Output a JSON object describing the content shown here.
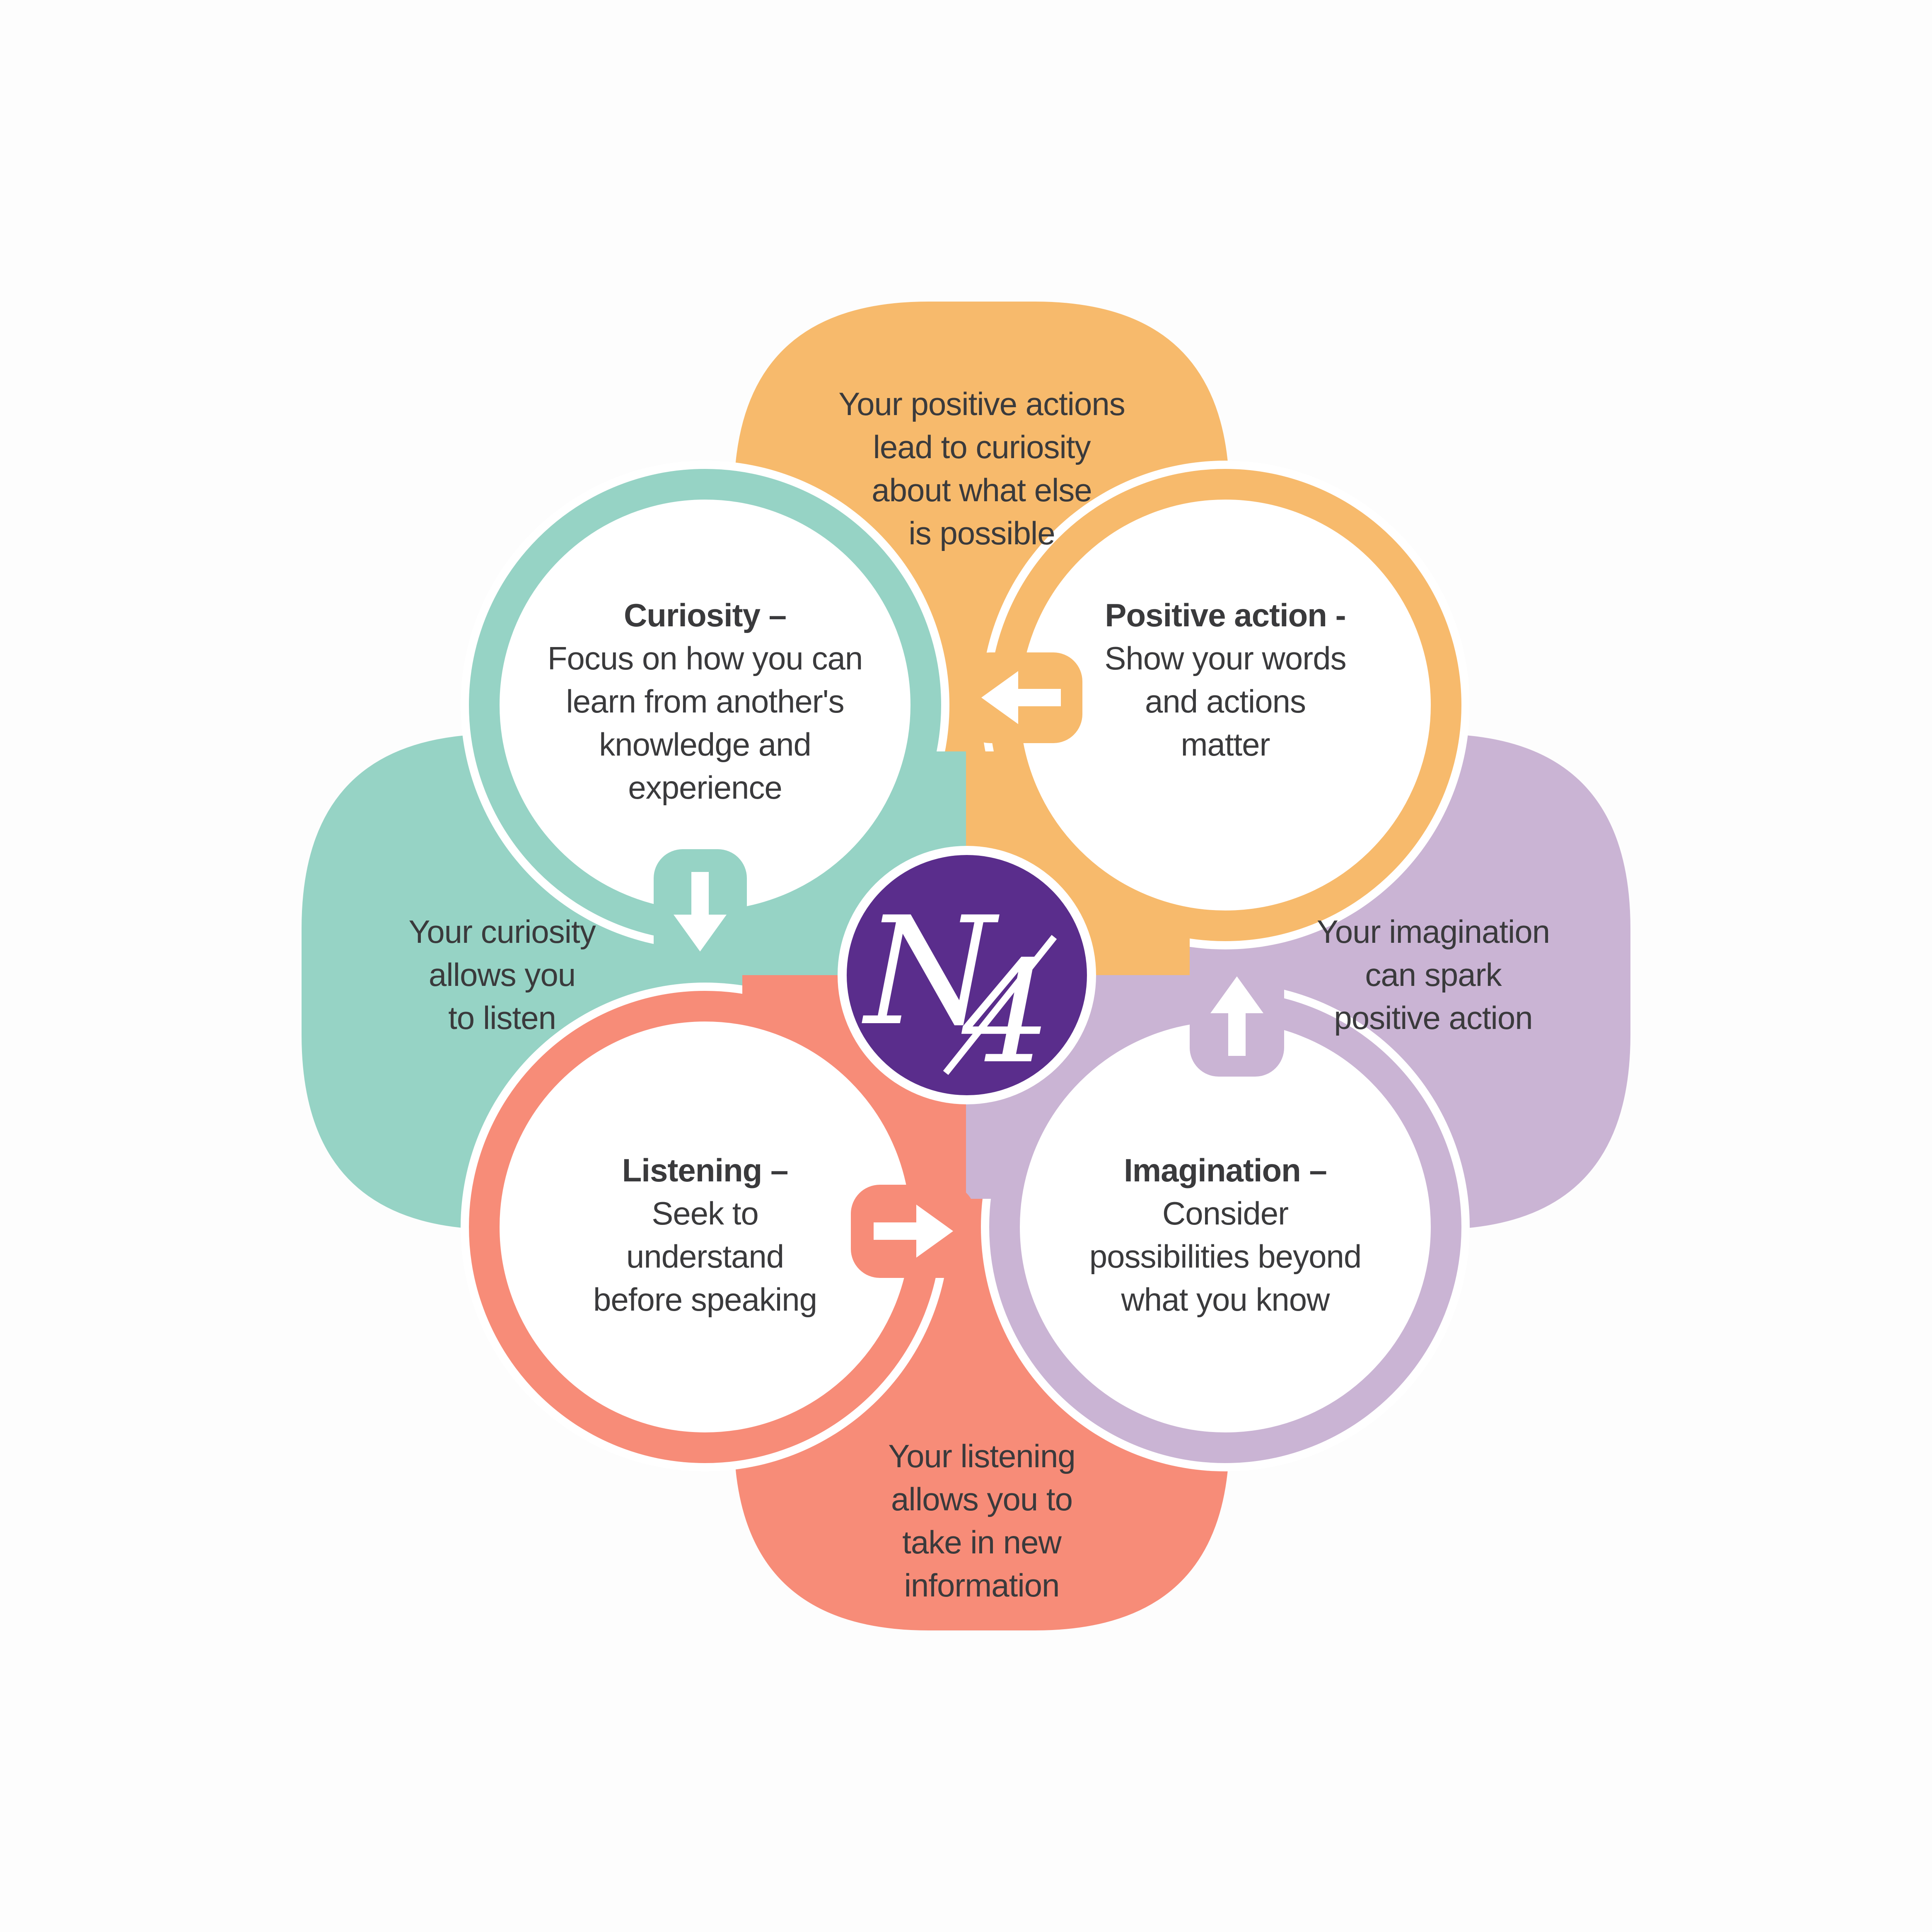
{
  "diagram": {
    "logo": {
      "text": "N4",
      "char_n": "N",
      "char_4": "4"
    },
    "circles": [
      {
        "name": "curiosity",
        "title": "Curiosity –",
        "lines": [
          "Focus on how you can",
          "learn from another's",
          "knowledge and",
          "experience"
        ]
      },
      {
        "name": "positive-action",
        "title": "Positive action -",
        "lines": [
          "Show your words",
          "and actions",
          "matter"
        ]
      },
      {
        "name": "listening",
        "title": "Listening –",
        "lines": [
          "Seek to",
          "understand",
          "before speaking"
        ]
      },
      {
        "name": "imagination",
        "title": "Imagination –",
        "lines": [
          "Consider",
          "possibilities beyond",
          "what you know"
        ]
      }
    ],
    "petals": [
      {
        "name": "top",
        "lines": [
          "Your positive actions",
          "lead to curiosity",
          "about what else",
          "is possible"
        ]
      },
      {
        "name": "left",
        "lines": [
          "Your curiosity",
          "allows you",
          "to listen"
        ]
      },
      {
        "name": "right",
        "lines": [
          "Your imagination",
          "can spark",
          "positive action"
        ]
      },
      {
        "name": "bottom",
        "lines": [
          "Your listening",
          "allows you to",
          "take in new",
          "information"
        ]
      }
    ],
    "arrows": [
      {
        "name": "positive-action-to-curiosity",
        "direction": "left"
      },
      {
        "name": "curiosity-to-listening",
        "direction": "down"
      },
      {
        "name": "listening-to-imagination",
        "direction": "right"
      },
      {
        "name": "imagination-to-positive-action",
        "direction": "up"
      }
    ]
  },
  "colors": {
    "teal": "#96D3C5",
    "orange": "#F7BA6C",
    "salmon": "#F78C78",
    "lavender": "#CAB4D4",
    "purple": "#5A2D8C",
    "text": "#3A3A3C",
    "white": "#FFFFFF"
  }
}
